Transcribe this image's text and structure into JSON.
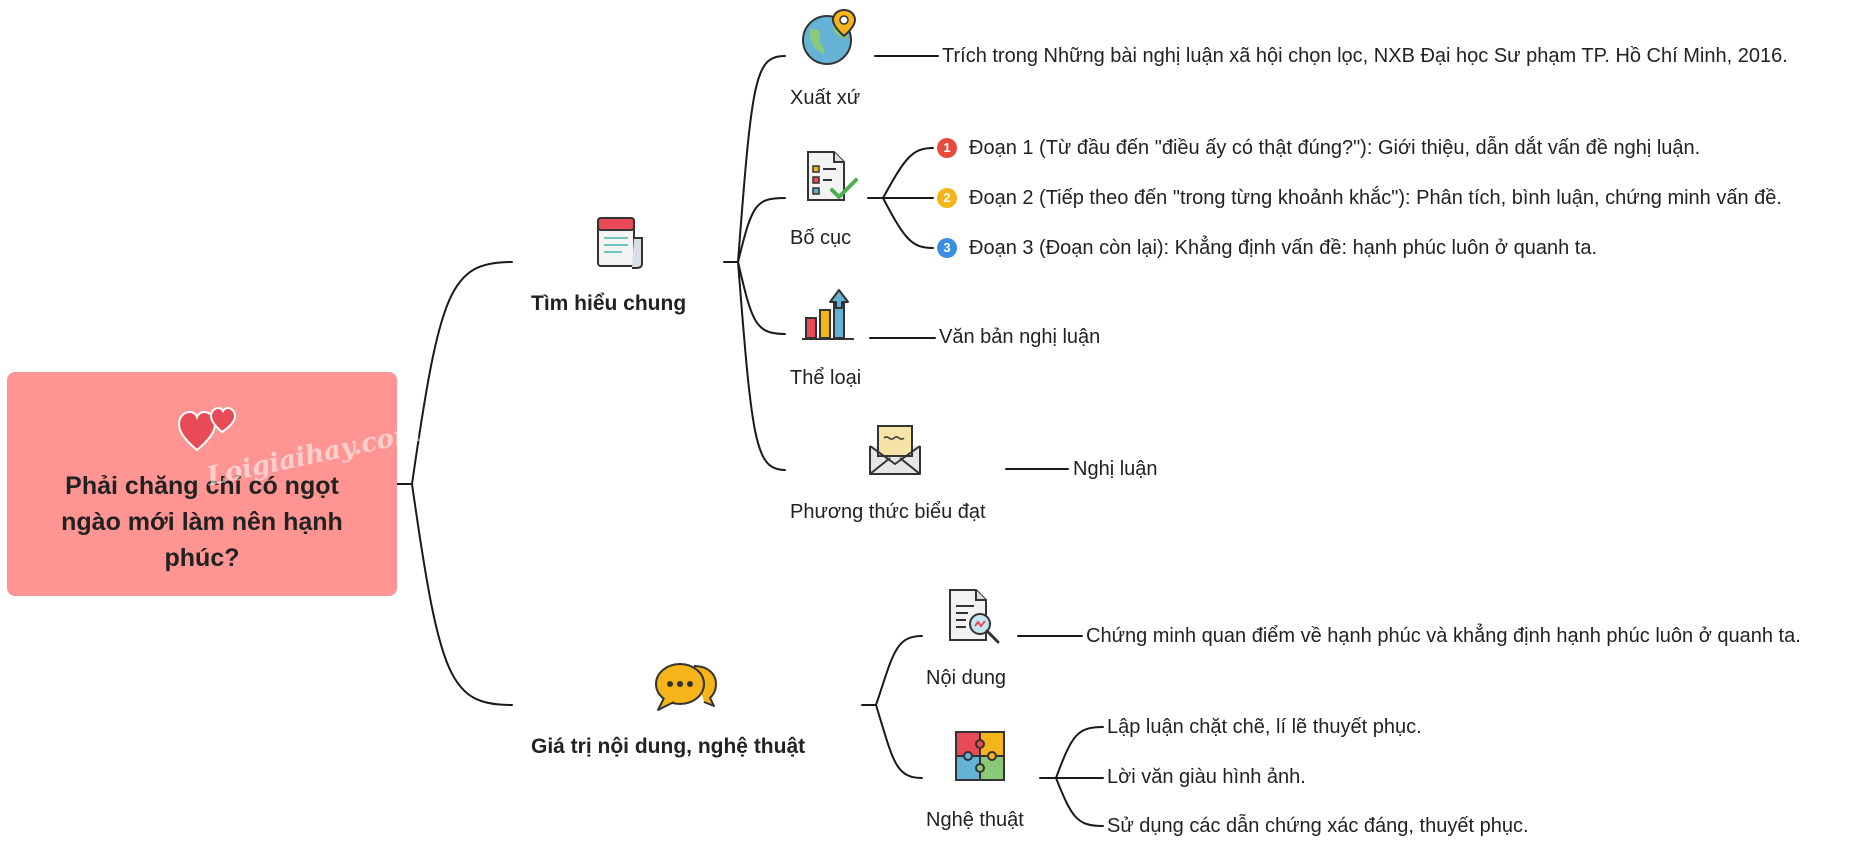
{
  "root": {
    "title_lines": [
      "Phải chăng chỉ có ngọt",
      "ngào mới làm nên hạnh",
      "phúc?"
    ],
    "watermark": "Loigiaihay.com",
    "color": "#ff9593"
  },
  "branches": {
    "tim_hieu_chung": {
      "label": "Tìm hiểu chung",
      "xuat_xu": {
        "label": "Xuất xứ",
        "detail": "Trích trong Những bài nghị luận xã hội chọn lọc, NXB Đại học Sư phạm TP. Hồ Chí Minh, 2016."
      },
      "bo_cuc": {
        "label": "Bố cục",
        "items": [
          {
            "number": "1",
            "text": "Đoạn 1 (Từ đầu đến \"điều ấy có thật đúng?\"): Giới thiệu, dẫn dắt vấn đề nghị luận.",
            "color": "#e84b3c"
          },
          {
            "number": "2",
            "text": "Đoạn 2 (Tiếp theo đến \"trong từng khoảnh khắc\"): Phân tích, bình luận, chứng minh vấn đề.",
            "color": "#f4b41a"
          },
          {
            "number": "3",
            "text": "Đoạn 3 (Đoạn còn lại): Khẳng định vấn đề: hạnh phúc luôn ở quanh ta.",
            "color": "#3b8fe0"
          }
        ]
      },
      "the_loai": {
        "label": "Thể loại",
        "detail": "Văn bản nghị luận"
      },
      "phuong_thuc": {
        "label": "Phương thức biểu đạt",
        "detail": "Nghị luận"
      }
    },
    "gia_tri": {
      "label": "Giá trị nội dung, nghệ thuật",
      "noi_dung": {
        "label": "Nội dung",
        "detail": "Chứng minh quan điểm về hạnh phúc và khẳng định hạnh phúc luôn ở quanh ta."
      },
      "nghe_thuat": {
        "label": "Nghệ thuật",
        "items": [
          "Lập luận chặt chẽ, lí lẽ thuyết phục.",
          "Lời văn giàu hình ảnh.",
          "Sử dụng các dẫn chứng xác đáng, thuyết phục."
        ]
      }
    }
  },
  "icons": [
    "hearts-icon",
    "globe-pin-icon",
    "checklist-icon",
    "bar-chart-icon",
    "envelope-icon",
    "newspaper-icon",
    "speech-bubbles-icon",
    "document-search-icon",
    "puzzle-icon"
  ]
}
